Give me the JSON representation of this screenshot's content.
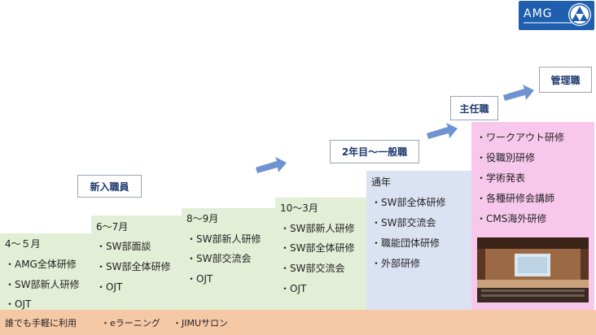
{
  "logo": {
    "text": "AMG"
  },
  "stages": {
    "new": "新入職員",
    "general": "2年目～一般職",
    "chief": "主任職",
    "manager": "管理職"
  },
  "columns": [
    {
      "title": "4～５月",
      "items": [
        "・AMG全体研修",
        "・SW部新人研修",
        "・OJT"
      ]
    },
    {
      "title": "6～7月",
      "items": [
        "・SW部面談",
        "・SW部全体研修",
        "・OJT"
      ]
    },
    {
      "title": "8～9月",
      "items": [
        "・SW部新人研修",
        "・SW部交流会",
        "・OJT"
      ]
    },
    {
      "title": "10～3月",
      "items": [
        "・SW部新人研修",
        "・SW部全体研修",
        "・SW部交流会",
        "・OJT"
      ]
    },
    {
      "title": "通年",
      "items": [
        "・SW部全体研修",
        "・SW部交流会",
        "・職能団体研修",
        "・外部研修"
      ]
    },
    {
      "title": "",
      "items": [
        "・ワークアウト研修",
        "・役職別研修",
        "・学術発表",
        "・各種研修会講師",
        "・CMS海外研修"
      ]
    }
  ],
  "bottom": {
    "item1": "誰でも手軽に利用",
    "item2": "・eラーニング",
    "item3": "・JIMUサロン"
  },
  "colors": {
    "green": "#e3eed6",
    "blue": "#dbe3f2",
    "pink": "#f8c8ec",
    "arrow": "#6f93d0",
    "bottom": "#f6c9a6"
  },
  "icons": [
    "logo-icon",
    "arrow-icon",
    "auditorium-photo"
  ]
}
